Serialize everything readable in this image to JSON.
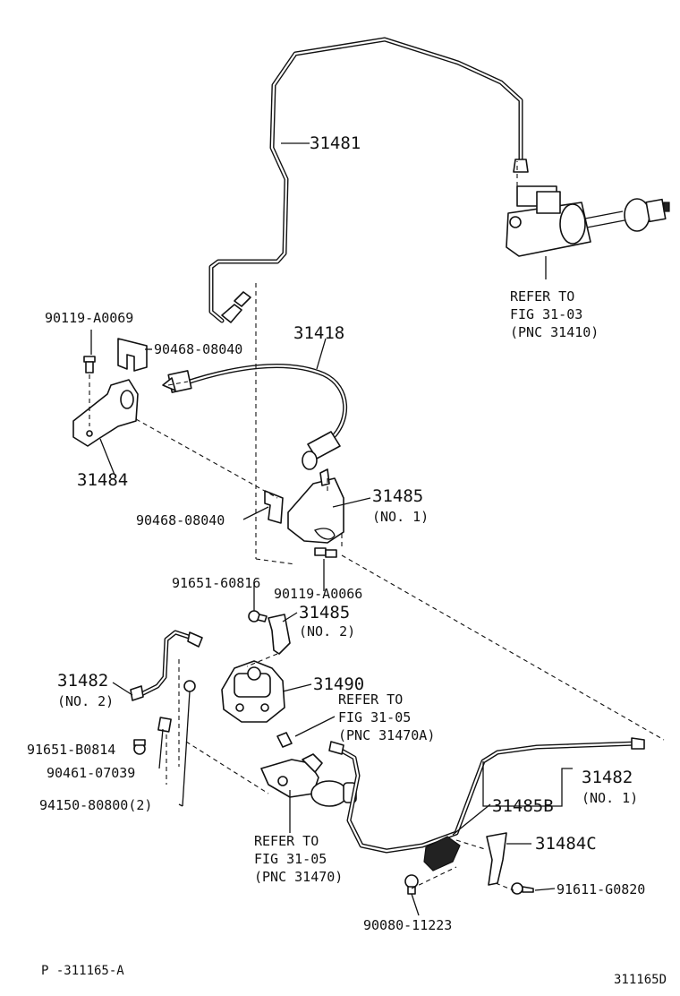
{
  "labels": {
    "p31481": "31481",
    "refer_fig_31_03_line1": "REFER TO",
    "refer_fig_31_03_line2": "FIG 31-03",
    "refer_fig_31_03_line3": "(PNC 31410)",
    "p90119_a0069": "90119-A0069",
    "p90468_08040_top": "90468-08040",
    "p31418": "31418",
    "p31484": "31484",
    "p31485_no1": "31485",
    "p31485_no1_sub": "(NO. 1)",
    "p90468_08040_mid": "90468-08040",
    "p91651_60816": "91651-60816",
    "p90119_a0066": "90119-A0066",
    "p31485_no2": "31485",
    "p31485_no2_sub": "(NO. 2)",
    "p31482_left": "31482",
    "p31482_left_sub": "(NO. 2)",
    "p31490": "31490",
    "refer_fig_31_05a_line1": "REFER TO",
    "refer_fig_31_05a_line2": "FIG 31-05",
    "refer_fig_31_05a_line3": "(PNC 31470A)",
    "p91651_b0814": "91651-B0814",
    "p90461_07039": "90461-07039",
    "p94150_80800": "94150-80800(2)",
    "p31482_right": "31482",
    "p31482_right_sub": "(NO. 1)",
    "p31485b": "31485B",
    "p31484c": "31484C",
    "refer_fig_31_05_line1": "REFER TO",
    "refer_fig_31_05_line2": "FIG 31-05",
    "refer_fig_31_05_line3": "(PNC 31470)",
    "p91611_g0820": "91611-G0820",
    "p90080_11223": "90080-11223",
    "footer_left": "P -311165-A",
    "footer_right": "311165D"
  }
}
